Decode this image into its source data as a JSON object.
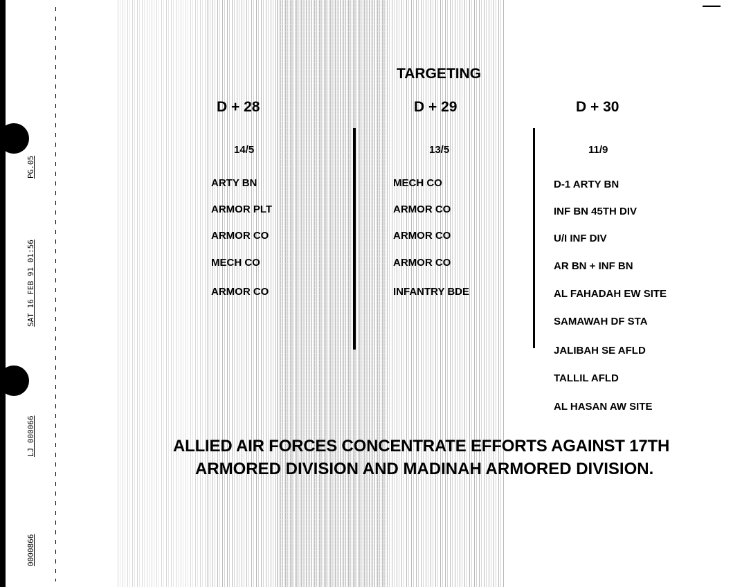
{
  "fax_header": {
    "page": "PG.05",
    "timestamp": "SAT 16 FEB 91 01:56",
    "id": "LJ 000066",
    "number": "0000866"
  },
  "title": "TARGETING",
  "columns": [
    {
      "day": "D + 28",
      "ratio": "14/5",
      "targets": [
        "ARTY BN",
        "ARMOR PLT",
        "ARMOR CO",
        "MECH CO",
        "ARMOR CO"
      ]
    },
    {
      "day": "D + 29",
      "ratio": "13/5",
      "targets": [
        "MECH CO",
        "ARMOR CO",
        "ARMOR CO",
        "ARMOR CO",
        "INFANTRY BDE"
      ]
    },
    {
      "day": "D + 30",
      "ratio": "11/9",
      "targets": [
        "D-1 ARTY BN",
        "INF BN 45TH DIV",
        "U/I INF DIV",
        "AR BN + INF BN",
        "AL FAHADAH EW SITE",
        "SAMAWAH DF STA",
        "JALIBAH SE AFLD",
        "TALLIL AFLD",
        "AL HASAN AW SITE"
      ]
    }
  ],
  "summary": {
    "line1": "ALLIED AIR FORCES CONCENTRATE EFFORTS AGAINST 17TH",
    "line2": "ARMORED DIVISION AND MADINAH ARMORED DIVISION."
  }
}
